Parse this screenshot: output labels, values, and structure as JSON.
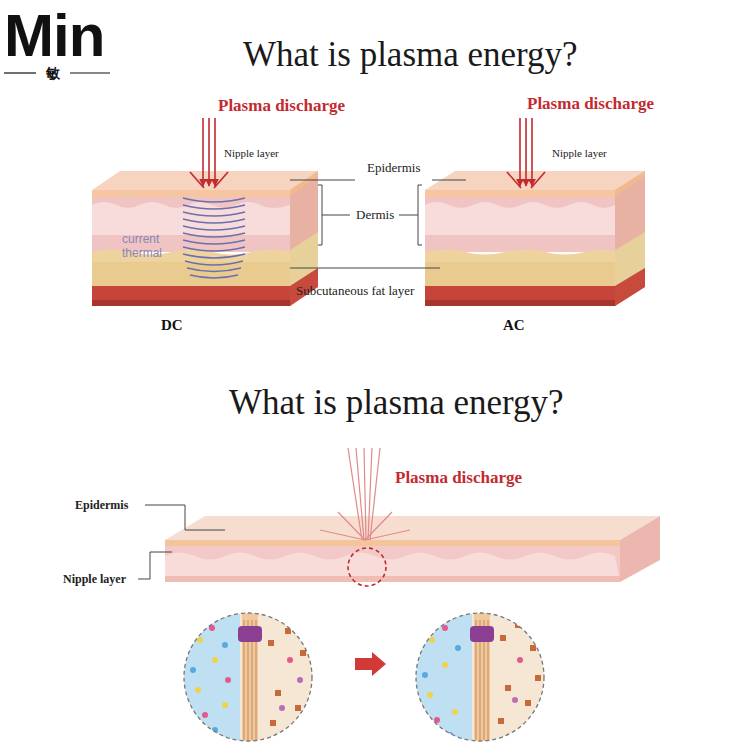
{
  "diagram": {
    "title": "What is plasma energy?",
    "labels": [
      "Min",
      "敏",
      "Plasma discharge",
      "Nipple layer",
      "Plasma discharge",
      "Nipple layer",
      "Epidermis",
      "Dermis",
      "current thermal",
      "Subcutaneous fat layer",
      "DC",
      "AC",
      "What is plasma energy?",
      "Plasma discharge",
      "Epidermis",
      "Nipple layer"
    ]
  }
}
